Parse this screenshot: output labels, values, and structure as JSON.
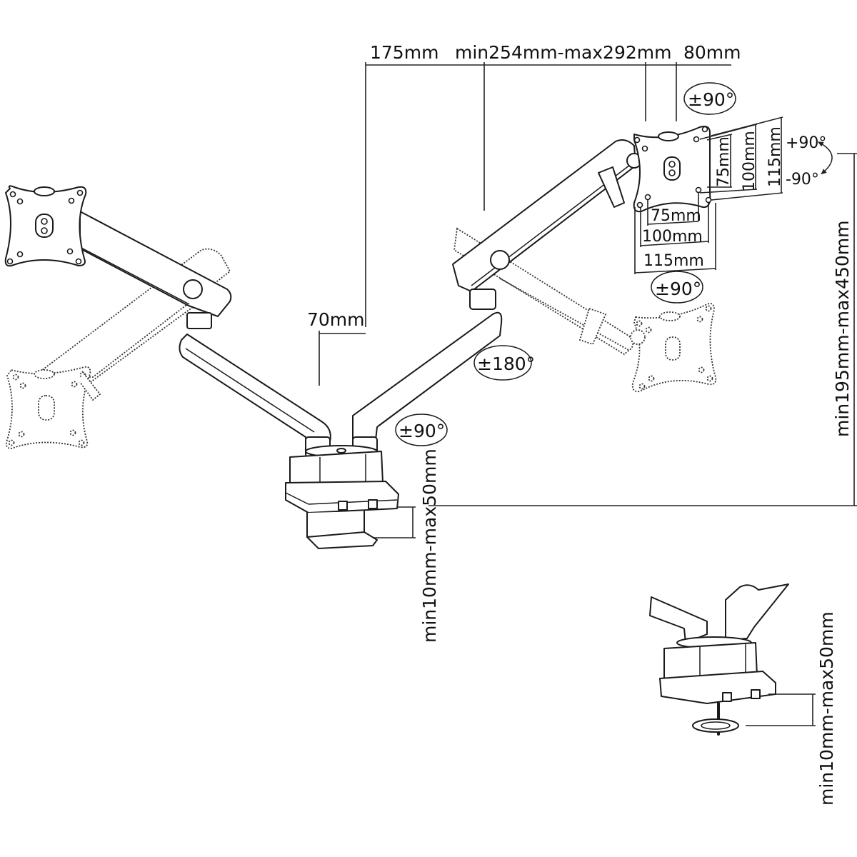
{
  "diagram": {
    "subject": "Dual monitor desk mount arm - dimension drawing",
    "dimensions": {
      "arm_segment_1": "175mm",
      "arm_segment_2": "min254mm-max292mm",
      "tilt_offset": "80mm",
      "pole_offset": "70mm",
      "height_range": "min195mm-max450mm",
      "clamp_thickness_main": "min10mm-max50mm",
      "clamp_thickness_grommet": "min10mm-max50mm"
    },
    "vesa": {
      "vertical": [
        "75mm",
        "100mm",
        "115mm"
      ],
      "horizontal": [
        "75mm",
        "100mm",
        "115mm"
      ]
    },
    "rotations": {
      "head_swivel_top": "±90°",
      "tilt_plus": "+90°",
      "tilt_minus": "-90°",
      "head_swivel_lower": "±90°",
      "elbow_swivel": "±180°",
      "base_swivel": "±90°"
    }
  }
}
